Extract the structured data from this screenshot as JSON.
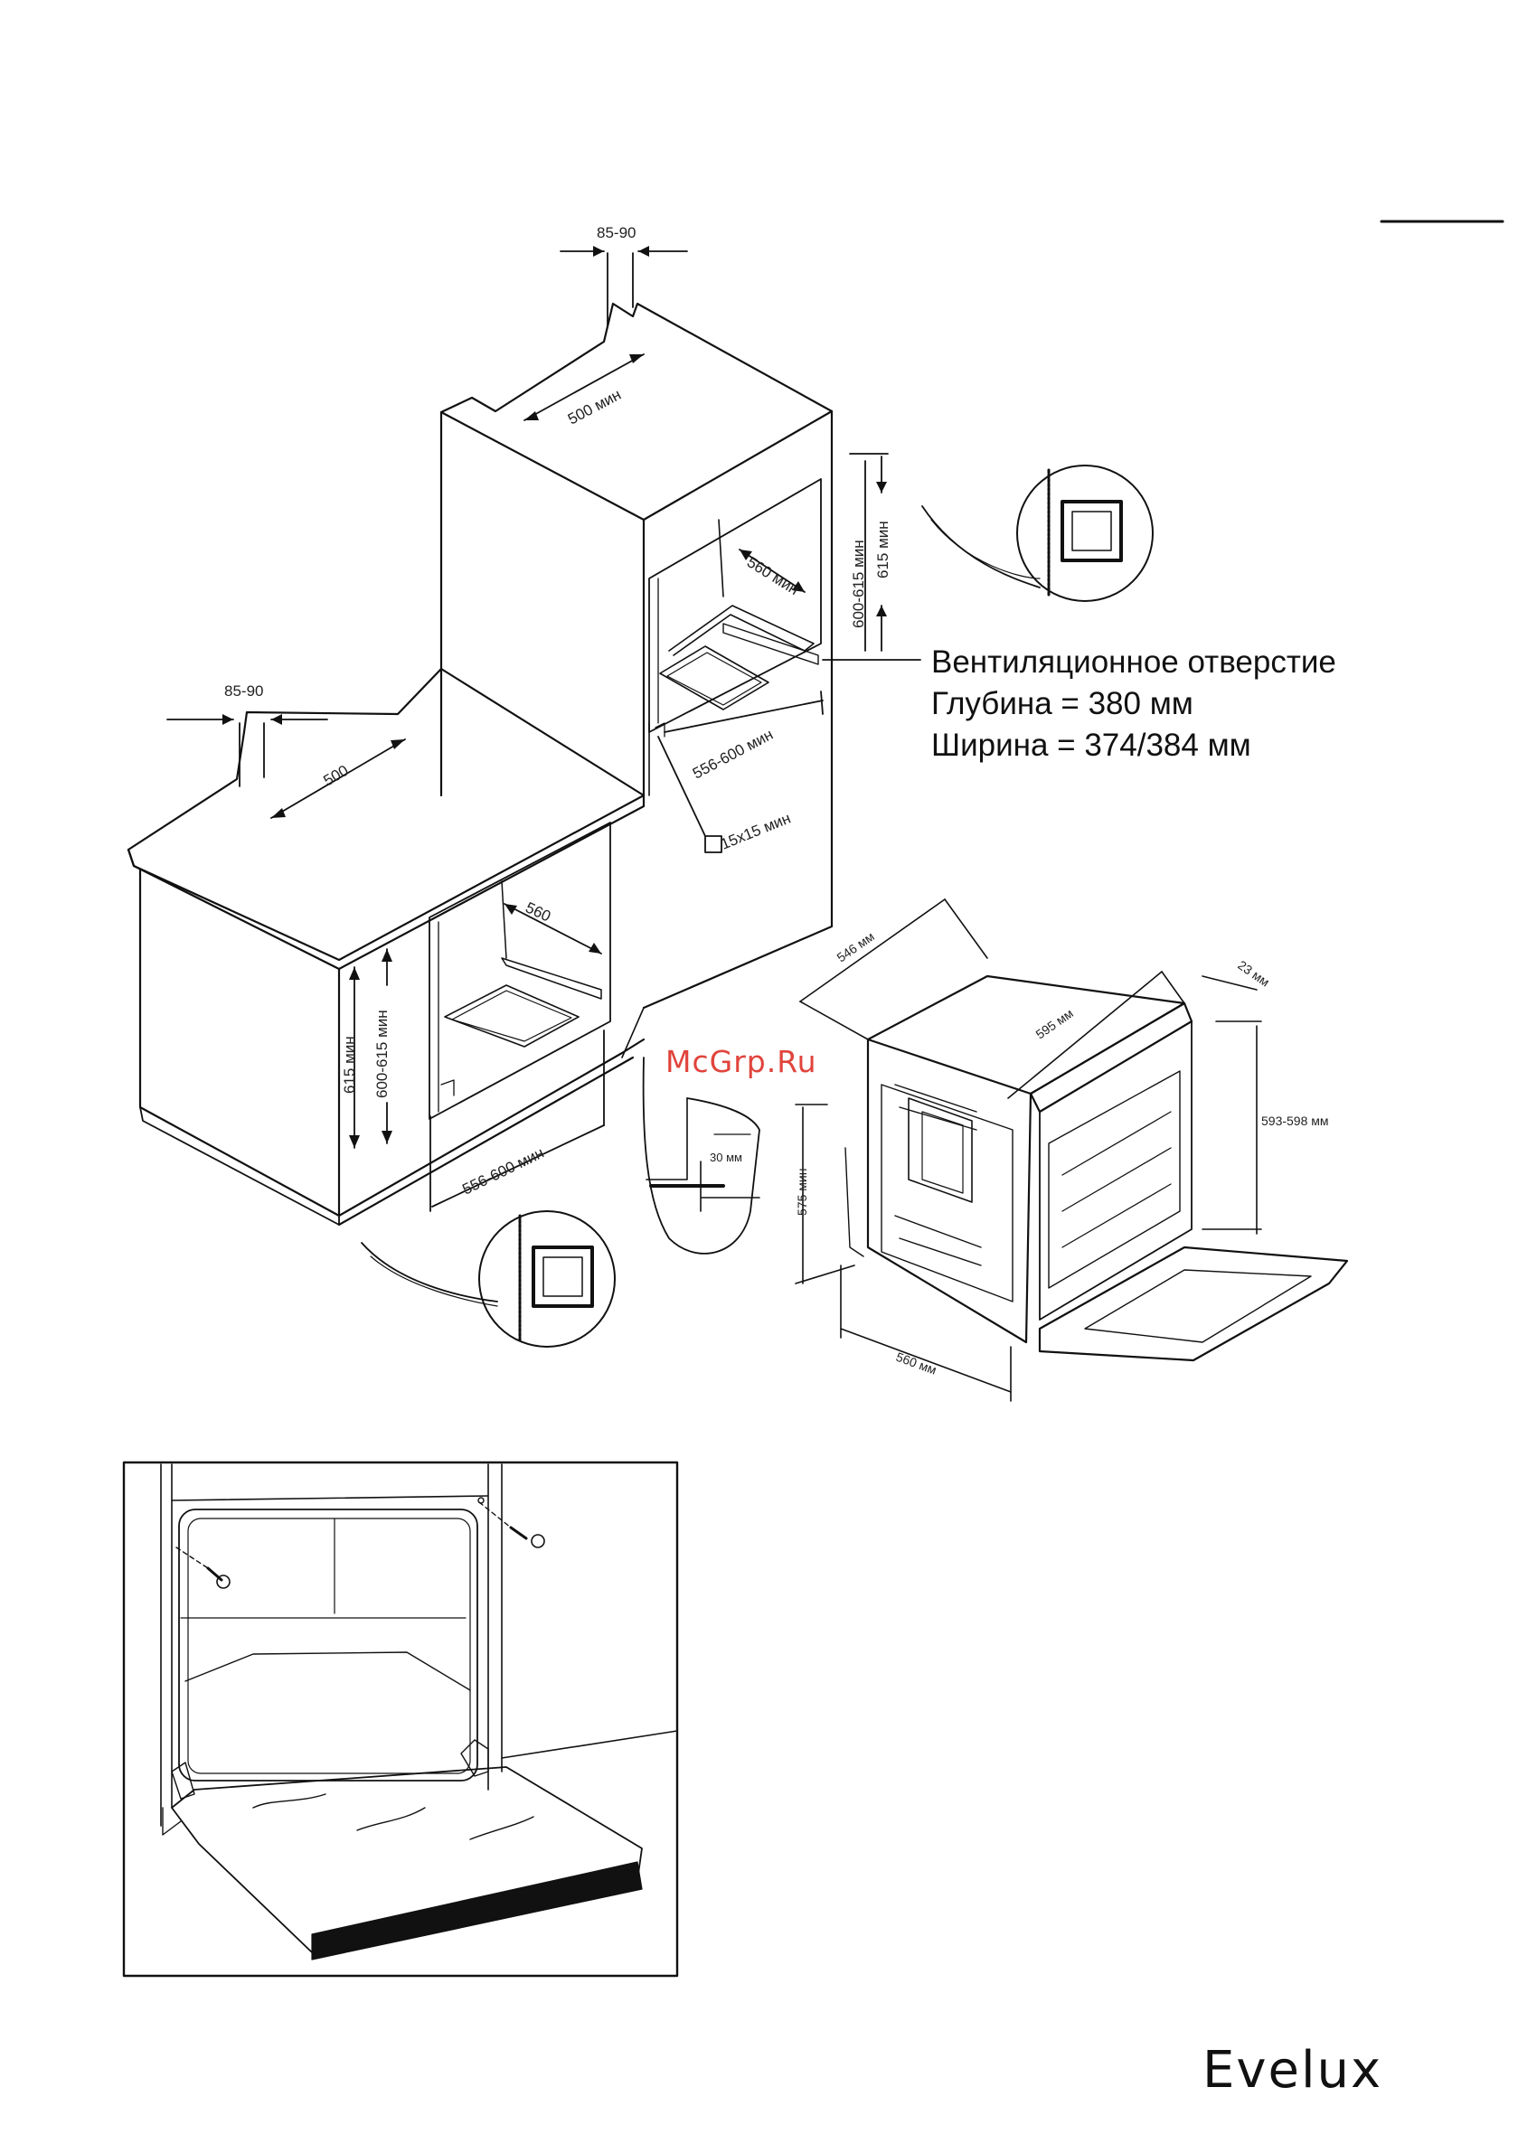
{
  "watermark": "McGrp.Ru",
  "brand": "Evelux",
  "ventilation": {
    "title": "Вентиляционное отверстие",
    "depth": "Глубина = 380 мм",
    "width": "Ширина = 374/384 мм"
  },
  "tall_cabinet": {
    "gap_top": "85-90",
    "depth": "500 мин",
    "niche_depth": "560 мин",
    "niche_height_range": "600-615 мин",
    "niche_height": "615 мин",
    "niche_width": "556-600 мин",
    "vent_hole": "15х15 мин"
  },
  "base_cabinet": {
    "gap_top": "85-90",
    "depth": "500",
    "niche_depth": "560",
    "height": "615 мин",
    "height_range": "600-615 мин",
    "niche_width": "556-600 мин",
    "rear_gap": "30 мм"
  },
  "oven": {
    "top_depth": "546 мм",
    "width": "595 мм",
    "panel_thickness": "23 мм",
    "front_height": "593-598 мм",
    "body_height": "575 мин",
    "body_depth": "560 мм"
  }
}
